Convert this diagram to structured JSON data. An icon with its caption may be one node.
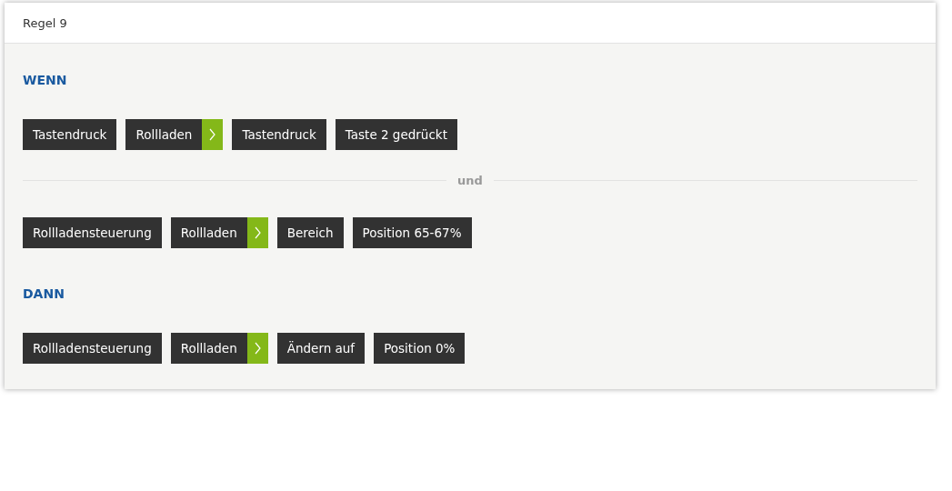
{
  "diagram": {
    "nodes": [
      {
        "text": [
          "Regel 9"
        ]
      },
      {
        "text": [
          "Tastendruck"
        ],
        "in": 0
      },
      {
        "text": [
          "Rollladen"
        ],
        "in": 0
      },
      {
        "text": [
          "Tastendruck"
        ],
        "in": 0
      },
      {
        "text": [
          "Taste 2 gedrückt"
        ],
        "in": 0
      },
      {
        "text": [
          "Rollladensteuerung"
        ],
        "in": 0
      },
      {
        "text": [
          "Rollladen"
        ],
        "in": 0
      },
      {
        "text": [
          "Bereich"
        ],
        "in": 0
      },
      {
        "text": [
          "Position 65-67%"
        ],
        "in": 0
      },
      {
        "text": [
          "Rollladensteuerung"
        ],
        "in": 0
      },
      {
        "text": [
          "Rollladen"
        ],
        "in": 0
      },
      {
        "text": [
          "Ändern auf"
        ],
        "in": 0
      },
      {
        "text": [
          "Position 0%"
        ],
        "in": 0
      }
    ],
    "labels": [
      "WENN",
      "und",
      "DANN"
    ]
  }
}
